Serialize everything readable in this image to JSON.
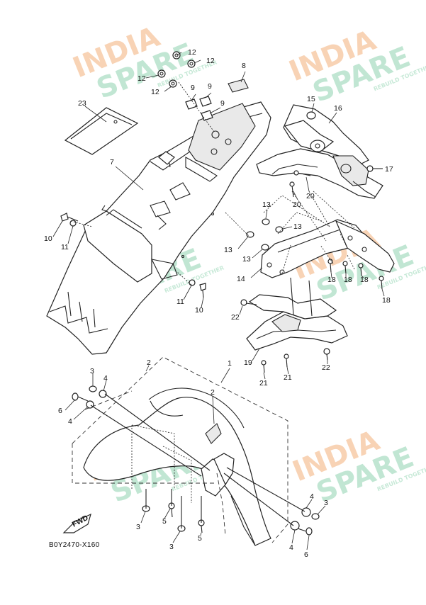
{
  "diagram_code": "B0Y2470-X160",
  "watermark": {
    "line1": "INDIA",
    "line2": "SPARE",
    "tagline": "REBUILD TOGETHER",
    "color_orange": "#f3b07a",
    "color_green": "#8fd3b0"
  },
  "fwd_label": "FWD",
  "callouts": {
    "c12a": "12",
    "c12b": "12",
    "c12c": "12",
    "c12d": "12",
    "c8": "8",
    "c9a": "9",
    "c9b": "9",
    "c9c": "9",
    "c23": "23",
    "c7": "7",
    "c15": "15",
    "c16": "16",
    "c17": "17",
    "c20a": "20",
    "c20b": "20",
    "c13a": "13",
    "c13b": "13",
    "c13c": "13",
    "c13d": "13",
    "c14": "14",
    "c18a": "18",
    "c18b": "18",
    "c18c": "18",
    "c18d": "18",
    "c10a": "10",
    "c11a": "11",
    "c11b": "11",
    "c10b": "10",
    "c22a": "22",
    "c22b": "22",
    "c19": "19",
    "c21a": "21",
    "c21b": "21",
    "c1": "1",
    "c2a": "2",
    "c2b": "2",
    "c3a": "3",
    "c4a": "4",
    "c6a": "6",
    "c4b": "4",
    "c3b": "3",
    "c5a": "5",
    "c3c": "3",
    "c5b": "5",
    "c4c": "4",
    "c3d": "3",
    "c4d": "4",
    "c6b": "6"
  }
}
